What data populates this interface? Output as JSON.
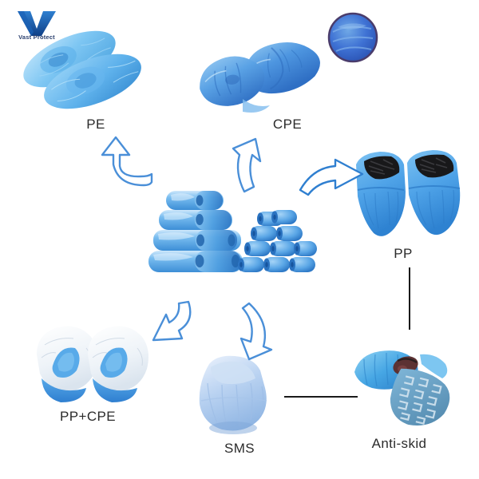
{
  "brand": {
    "name": "Vast Protect",
    "logo_icon": "v-check-logo-icon",
    "logo_color": "#1b62b5",
    "text_color": "#2a3f6e"
  },
  "theme": {
    "background": "#ffffff",
    "arrow_color": "#3a7bd5",
    "arrow_fill": "#ffffff",
    "label_color": "#2b2b2b",
    "connector_color": "#1a1a1a",
    "product_blue": "#56a9e8",
    "product_blue_dark": "#2f7fd0",
    "product_blue_light": "#a9d8f5",
    "white_fabric": "#f2f5f8",
    "shoe_black": "#1d1d1f",
    "inset_border": "#4a3c6b"
  },
  "diagram": {
    "type": "product-variant-hub",
    "center": {
      "name": "packed-shoe-covers",
      "description": "Stacked packs and rolls of blue disposable shoe covers"
    },
    "nodes": [
      {
        "id": "pe",
        "label": "PE",
        "description": "Translucent light blue PE shoe covers, pair"
      },
      {
        "id": "cpe",
        "label": "CPE",
        "description": "Solid blue CPE shoe covers, pair with material close-up inset"
      },
      {
        "id": "pp",
        "label": "PP",
        "description": "Blue PP non-woven shoe covers worn over black shoes"
      },
      {
        "id": "antiskid",
        "label": "Anti-skid",
        "description": "Blue shoe cover with textured anti-skid sole"
      },
      {
        "id": "sms",
        "label": "SMS",
        "description": "Light blue SMS fabric shoe cover, single"
      },
      {
        "id": "ppcpe",
        "label": "PP+CPE",
        "description": "White PP upper with blue CPE sole, pair"
      }
    ],
    "arrows": [
      {
        "from": "center",
        "to": "pe",
        "style": "curved-up-left",
        "icon": "curved-arrow-icon"
      },
      {
        "from": "center",
        "to": "cpe",
        "style": "curved-up-right",
        "icon": "curved-arrow-icon"
      },
      {
        "from": "center",
        "to": "pp",
        "style": "curved-right",
        "icon": "curved-arrow-icon"
      },
      {
        "from": "center",
        "to": "ppcpe",
        "style": "curved-down-left",
        "icon": "curved-arrow-icon"
      },
      {
        "from": "center",
        "to": "sms",
        "style": "curved-down-right",
        "icon": "curved-arrow-icon"
      }
    ],
    "connectors": [
      {
        "from": "pp",
        "to": "antiskid",
        "orientation": "vertical"
      },
      {
        "from": "sms",
        "to": "antiskid",
        "orientation": "horizontal"
      }
    ],
    "inset": {
      "name": "cpe-material-closeup",
      "shape": "circle"
    }
  }
}
